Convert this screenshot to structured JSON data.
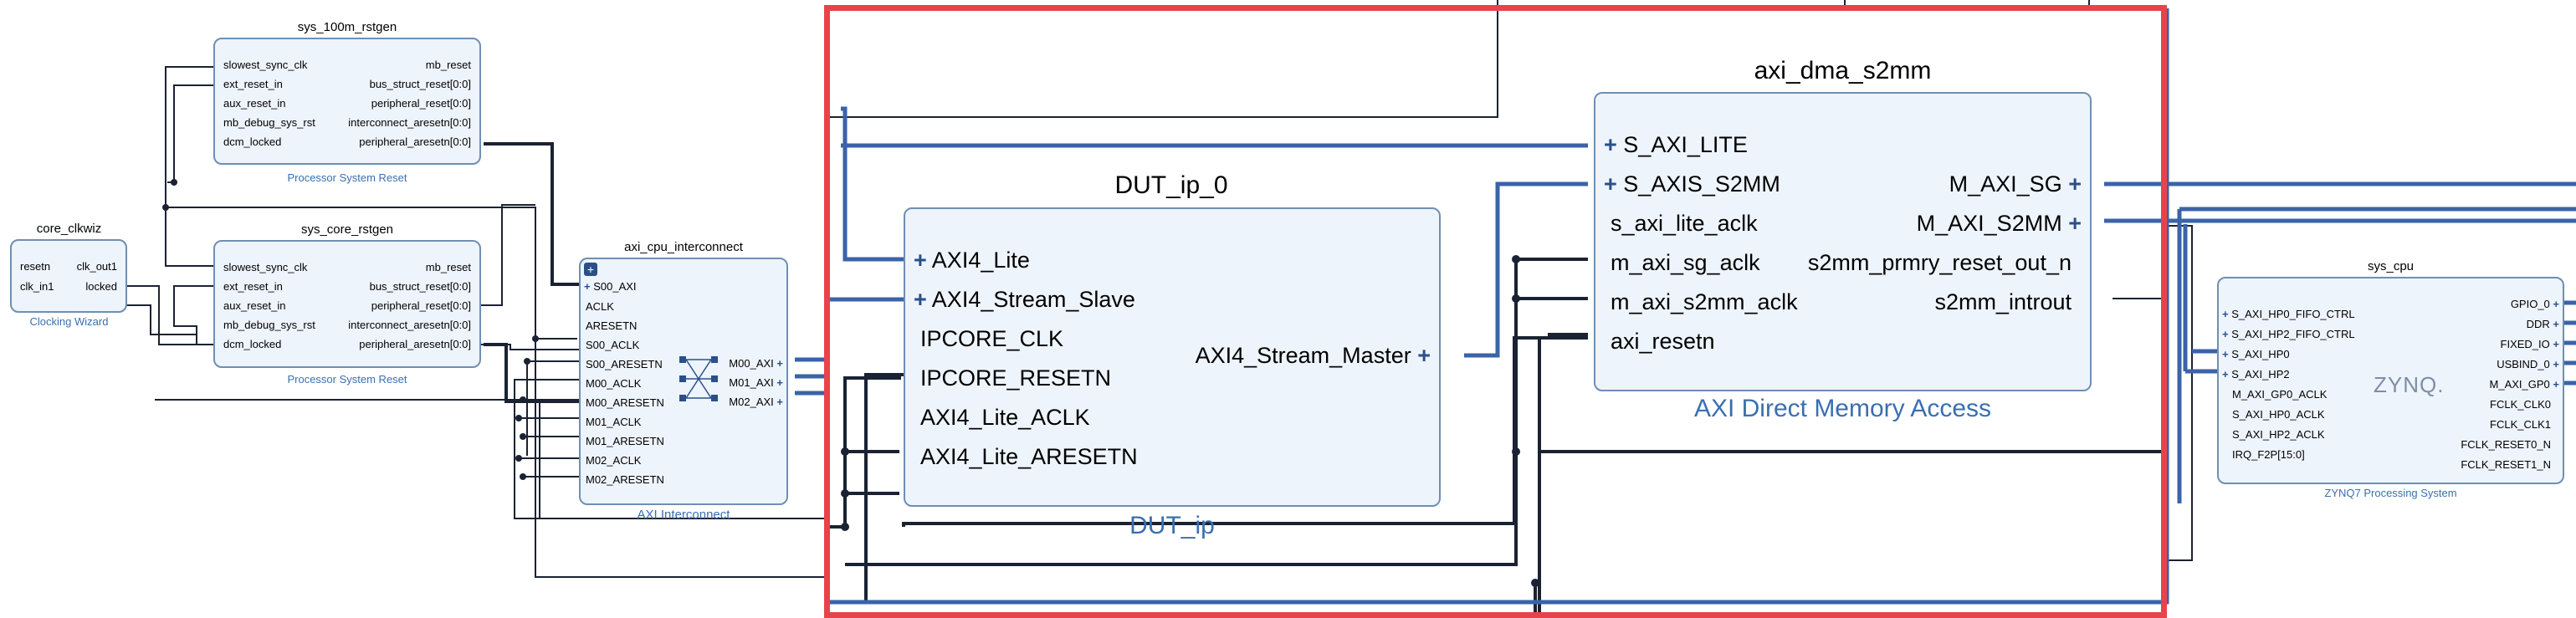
{
  "blocks": {
    "sys_100m_rstgen": {
      "name": "sys_100m_rstgen",
      "type_label": "Processor System Reset",
      "inputs": [
        "slowest_sync_clk",
        "ext_reset_in",
        "aux_reset_in",
        "mb_debug_sys_rst",
        "dcm_locked"
      ],
      "outputs": [
        "mb_reset",
        "bus_struct_reset[0:0]",
        "peripheral_reset[0:0]",
        "interconnect_aresetn[0:0]",
        "peripheral_aresetn[0:0]"
      ]
    },
    "sys_core_rstgen": {
      "name": "sys_core_rstgen",
      "type_label": "Processor System Reset",
      "inputs": [
        "slowest_sync_clk",
        "ext_reset_in",
        "aux_reset_in",
        "mb_debug_sys_rst",
        "dcm_locked"
      ],
      "outputs": [
        "mb_reset",
        "bus_struct_reset[0:0]",
        "peripheral_reset[0:0]",
        "interconnect_aresetn[0:0]",
        "peripheral_aresetn[0:0]"
      ]
    },
    "core_clkwiz": {
      "name": "core_clkwiz",
      "type_label": "Clocking Wizard",
      "inputs": [
        "resetn",
        "clk_in1"
      ],
      "outputs": [
        "clk_out1",
        "locked"
      ]
    },
    "axi_cpu_interconnect": {
      "name": "axi_cpu_interconnect",
      "type_label": "AXI Interconnect",
      "inputs": [
        "S00_AXI",
        "ACLK",
        "ARESETN",
        "S00_ACLK",
        "S00_ARESETN",
        "M00_ACLK",
        "M00_ARESETN",
        "M01_ACLK",
        "M01_ARESETN",
        "M02_ACLK",
        "M02_ARESETN"
      ],
      "outputs": [
        "M00_AXI",
        "M01_AXI",
        "M02_AXI"
      ]
    },
    "dut": {
      "name": "DUT_ip_0",
      "type_label": "DUT_ip",
      "inputs": [
        "AXI4_Lite",
        "AXI4_Stream_Slave",
        "IPCORE_CLK",
        "IPCORE_RESETN",
        "AXI4_Lite_ACLK",
        "AXI4_Lite_ARESETN"
      ],
      "outputs": [
        "AXI4_Stream_Master"
      ]
    },
    "dma": {
      "name": "axi_dma_s2mm",
      "type_label": "AXI Direct Memory Access",
      "inputs": [
        "S_AXI_LITE",
        "S_AXIS_S2MM",
        "s_axi_lite_aclk",
        "m_axi_sg_aclk",
        "m_axi_s2mm_aclk",
        "axi_resetn"
      ],
      "outputs": [
        "M_AXI_SG",
        "M_AXI_S2MM",
        "s2mm_prmry_reset_out_n",
        "s2mm_introut"
      ]
    },
    "sys_cpu": {
      "name": "sys_cpu",
      "type_label": "ZYNQ7 Processing System",
      "logo": "ZYNQ.",
      "inputs": [
        "S_AXI_HP0_FIFO_CTRL",
        "S_AXI_HP2_FIFO_CTRL",
        "S_AXI_HP0",
        "S_AXI_HP2",
        "M_AXI_GP0_ACLK",
        "S_AXI_HP0_ACLK",
        "S_AXI_HP2_ACLK",
        "IRQ_F2P[15:0]"
      ],
      "outputs": [
        "GPIO_0",
        "DDR",
        "FIXED_IO",
        "USBIND_0",
        "M_AXI_GP0",
        "FCLK_CLK0",
        "FCLK_CLK1",
        "FCLK_RESET0_N",
        "FCLK_RESET1_N"
      ]
    }
  },
  "colors": {
    "block_fill": "#eef4fc",
    "block_border": "#6f8fb3",
    "bus_wire": "#3a63a8",
    "net_wire": "#1a2233",
    "highlight": "#e8434a",
    "label_blue": "#3a6fb0"
  }
}
